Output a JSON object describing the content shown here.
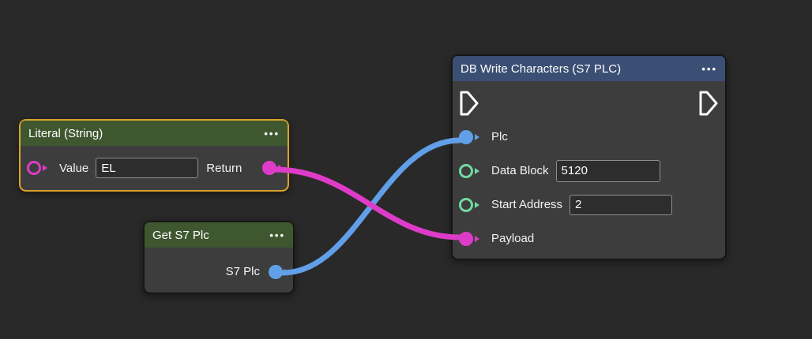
{
  "canvas": {
    "background": "#292929"
  },
  "icons": {
    "menu": "•••"
  },
  "colors": {
    "node_body": "#3d3d3d",
    "header_green": "#3e572f",
    "header_blue": "#3b4e73",
    "selection_border": "#d9a528",
    "port_magenta": "#de3cc8",
    "port_blue": "#61a0e8",
    "port_mint": "#71d9a2",
    "wire_magenta": "#de3cc8",
    "wire_blue": "#61a0e8"
  },
  "nodes": {
    "literal": {
      "title": "Literal (String)",
      "value_label": "Value",
      "value_input": "EL",
      "return_label": "Return"
    },
    "get_plc": {
      "title": "Get S7 Plc",
      "output_label": "S7 Plc"
    },
    "db_write": {
      "title": "DB Write Characters (S7 PLC)",
      "plc_label": "Plc",
      "data_block_label": "Data Block",
      "data_block_value": "5120",
      "start_address_label": "Start Address",
      "start_address_value": "2",
      "payload_label": "Payload"
    }
  },
  "wires": [
    {
      "from": "get_plc.s7_plc_output",
      "to": "db_write.plc_input",
      "color": "#61a0e8"
    },
    {
      "from": "literal.return_output",
      "to": "db_write.payload_input",
      "color": "#de3cc8"
    }
  ]
}
